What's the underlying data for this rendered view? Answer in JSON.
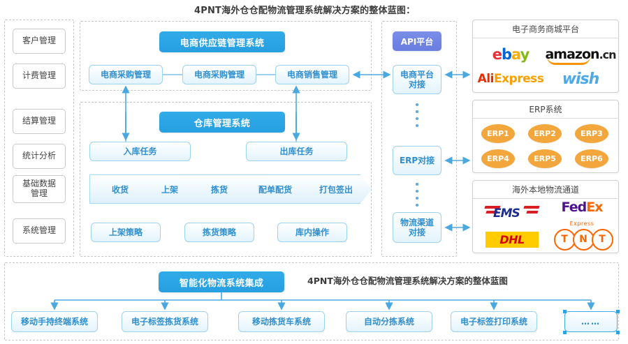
{
  "title": "4PNT海外仓仓配物流管理系统解决方案的整体蓝图：",
  "bottom_title": "4PNT海外仓仓配物流管理系统解决方案的整体蓝图",
  "colors": {
    "accent_blue": "#2aa4e4",
    "light_blue_fill": "#e4f3fc",
    "light_blue_border": "#9fd2ef",
    "text_blue": "#2f8fd0",
    "purple": "#6e83e2",
    "orange": "#f3a63c",
    "panel_border": "#cfcfcf",
    "dashed_border": "#c6c6c6"
  },
  "sidebar": {
    "items": [
      {
        "label": "客户管理"
      },
      {
        "label": "计费管理"
      },
      {
        "label": "结算管理"
      },
      {
        "label": "统计分析"
      },
      {
        "label": "基础数据管理"
      },
      {
        "label": "系统管理"
      }
    ]
  },
  "supply_chain": {
    "header": "电商供应链管理系统",
    "modules": [
      {
        "label": "电商采购管理"
      },
      {
        "label": "电商采购管理"
      },
      {
        "label": "电商销售管理"
      }
    ]
  },
  "warehouse": {
    "header": "仓库管理系统",
    "tasks": [
      {
        "label": "入库任务"
      },
      {
        "label": "出库任务"
      }
    ],
    "flow": [
      {
        "label": "收货"
      },
      {
        "label": "上架"
      },
      {
        "label": "拣货"
      },
      {
        "label": "配单配货"
      },
      {
        "label": "打包签出"
      }
    ],
    "strategies": [
      {
        "label": "上架策略"
      },
      {
        "label": "拣货策略"
      },
      {
        "label": "库内操作"
      }
    ]
  },
  "api": {
    "header": "API平台",
    "connectors": [
      {
        "label": "电商平台\n对接",
        "line1": "电商平台",
        "line2": "对接"
      },
      {
        "label": "ERP对接",
        "line1": "ERP对接",
        "line2": ""
      },
      {
        "label": "物流渠道\n对接",
        "line1": "物流渠道",
        "line2": "对接"
      }
    ]
  },
  "right_panels": [
    {
      "title": "电子商务商城平台",
      "logos": [
        "ebay",
        "amazon.cn",
        "AliExpress",
        "wish"
      ]
    },
    {
      "title": "ERP系统",
      "items": [
        "ERP1",
        "ERP2",
        "ERP3",
        "ERP4",
        "ERP5",
        "ERP6"
      ]
    },
    {
      "title": "海外本地物流通道",
      "logos": [
        "EMS",
        "FedEx Express",
        "DHL",
        "TNT"
      ]
    }
  ],
  "bottom": {
    "header": "智能化物流系统集成",
    "items": [
      {
        "label": "移动手持终端系统"
      },
      {
        "label": "电子标签拣货系统"
      },
      {
        "label": "移动拣货车系统"
      },
      {
        "label": "自动分拣系统"
      },
      {
        "label": "电子标签打印系统"
      },
      {
        "label": "……"
      }
    ]
  }
}
